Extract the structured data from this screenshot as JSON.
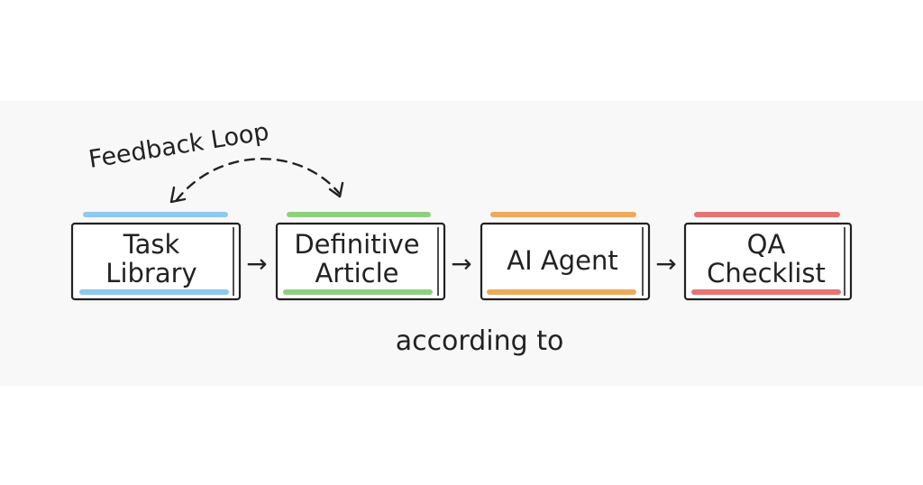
{
  "feedback_label": "Feedback Loop",
  "connector_note": "according to",
  "arrow_glyph": "→",
  "steps": [
    {
      "lines": [
        "Task",
        "Library"
      ],
      "accent": "#8ec9ee"
    },
    {
      "lines": [
        "Definitive",
        "Article"
      ],
      "accent": "#8fd07f"
    },
    {
      "lines": [
        "AI Agent"
      ],
      "accent": "#eeaa5a"
    },
    {
      "lines": [
        "QA",
        "Checklist"
      ],
      "accent": "#e87373"
    }
  ]
}
